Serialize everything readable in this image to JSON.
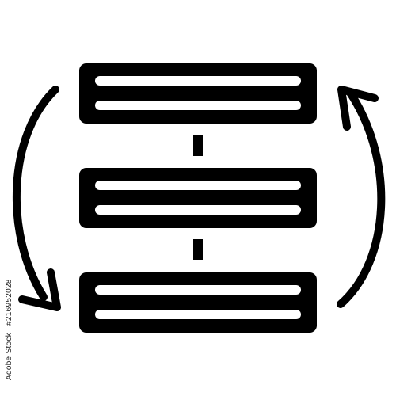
{
  "colors": {
    "ink": "#000000",
    "background": "#ffffff",
    "text": "#222222"
  },
  "icon": {
    "name": "server-rack-sync-icon",
    "blocks": [
      "top-rack-block",
      "middle-rack-block",
      "bottom-rack-block"
    ],
    "arrows": [
      "left-down-arrow-icon",
      "right-up-arrow-icon"
    ]
  },
  "side_label": "Adobe Stock | #216952028"
}
